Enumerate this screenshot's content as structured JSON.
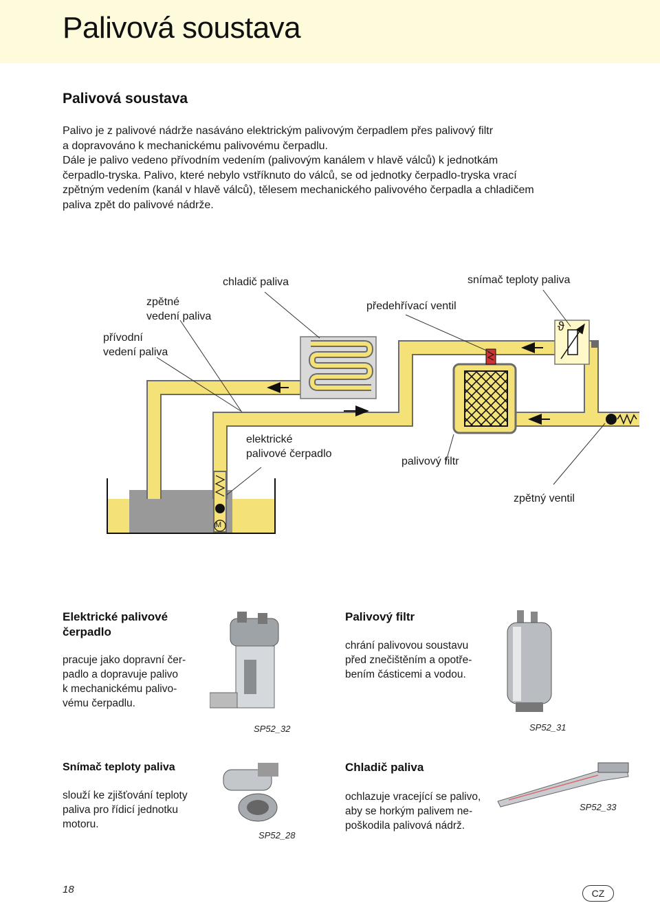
{
  "header": {
    "title": "Palivová soustava"
  },
  "section": {
    "title": "Palivová soustava",
    "intro_lines": [
      "Palivo je z palivové nádrže nasáváno elektrickým palivovým čerpadlem přes palivový filtr",
      "a dopravováno k mechanickému palivovému čerpadlu.",
      "Dále je palivo vedeno přívodním vedením (palivovým kanálem v hlavě válců) k jednotkám",
      "čerpadlo-tryska. Palivo, které nebylo vstříknuto do válců, se od jednotky čerpadlo-tryska vrací",
      "zpětným vedením (kanál v hlavě válců), tělesem mechanického palivového čerpadla a chladičem",
      "paliva zpět do palivové nádrže."
    ]
  },
  "diagram": {
    "labels": {
      "fuel_cooler": "chladič paliva",
      "temp_sensor": "snímač teploty paliva",
      "return_line": [
        "zpětné",
        "vedení paliva"
      ],
      "preheat_valve": "předehřívací ventil",
      "supply_line": [
        "přívodní",
        "vedení paliva"
      ],
      "electric_pump": [
        "elektrické",
        "palivové čerpadlo"
      ],
      "fuel_filter": "palivový filtr",
      "check_valve": "zpětný ventil",
      "motor_symbol": "M",
      "theta_symbol": "ϑ"
    },
    "colors": {
      "fuel": "#f4e279",
      "fuel_dark": "#8a7a2a",
      "line_outline": "#6b6b6b",
      "cooler": "#d9d9d9",
      "tank_block": "#999999"
    }
  },
  "components": [
    {
      "title": [
        "Elektrické palivové",
        "čerpadlo"
      ],
      "text_lines": [
        "pracuje jako dopravní čer-",
        "padlo a dopravuje palivo",
        "k mechanickému palivo-",
        "vému čerpadlu."
      ],
      "code": "SP52_32"
    },
    {
      "title": [
        "Palivový filtr"
      ],
      "text_lines": [
        "chrání palivovou soustavu",
        "před znečištěním a opotře-",
        "bením částicemi a vodou."
      ],
      "code": "SP52_31"
    },
    {
      "title": [
        "Snímač teploty paliva"
      ],
      "text_lines": [
        "slouží ke zjišťování teploty",
        "paliva pro řídicí jednotku",
        "motoru."
      ],
      "code": "SP52_28"
    },
    {
      "title": [
        "Chladič paliva"
      ],
      "text_lines": [
        "ochlazuje vracející se palivo,",
        "aby se horkým palivem ne-",
        "poškodila palivová nádrž."
      ],
      "code": "SP52_33"
    }
  ],
  "footer": {
    "page_number": "18",
    "language": "CZ"
  }
}
